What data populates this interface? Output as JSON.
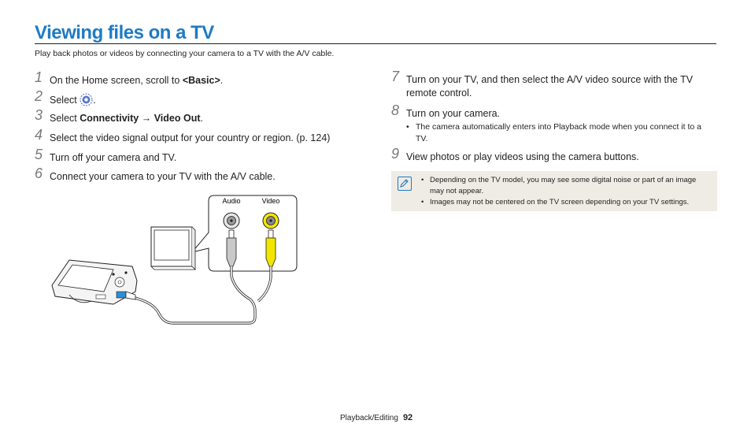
{
  "page": {
    "title": "Viewing files on a TV",
    "intro": "Play back photos or videos by connecting your camera to a TV with the A/V cable."
  },
  "steps_left": [
    {
      "num": "1",
      "pre": "On the Home screen, scroll to ",
      "bold": "<Basic>",
      "post": "."
    },
    {
      "num": "2",
      "pre": "Select ",
      "post": "."
    },
    {
      "num": "3",
      "pre": "Select ",
      "bold": "Connectivity",
      "arrow": " → ",
      "bold2": "Video Out",
      "post": "."
    },
    {
      "num": "4",
      "text": "Select the video signal output for your country or region. (p. 124)"
    },
    {
      "num": "5",
      "text": "Turn off your camera and TV."
    },
    {
      "num": "6",
      "text": "Connect your camera to your TV with the A/V cable."
    }
  ],
  "illustration": {
    "audio_label": "Audio",
    "video_label": "Video"
  },
  "steps_right": [
    {
      "num": "7",
      "text": "Turn on your TV, and then select the A/V video source with the TV remote control."
    },
    {
      "num": "8",
      "text": "Turn on your camera.",
      "sub": "The camera automatically enters into Playback mode when you connect it to a TV."
    },
    {
      "num": "9",
      "text": "View photos or play videos using the camera buttons."
    }
  ],
  "note": {
    "items": [
      "Depending on the TV model, you may see some digital noise or part of an image may not appear.",
      "Images may not be centered on the TV screen depending on your TV settings."
    ]
  },
  "footer": {
    "section": "Playback/Editing",
    "page_number": "92"
  },
  "colors": {
    "title": "#1e7bc5",
    "note_bg": "#efebe5",
    "video_plug": "#f2e600",
    "audio_plug": "#c8c8c8"
  },
  "icons": {
    "settings": "gear-icon",
    "note": "note-pencil-icon"
  }
}
